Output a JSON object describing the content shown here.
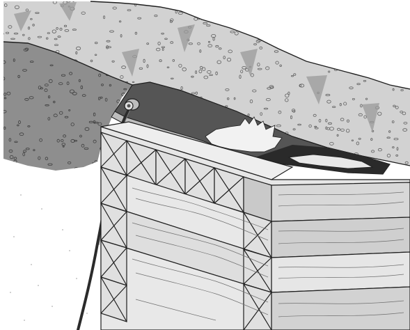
{
  "figure": {
    "caption": ""
  },
  "colors": {
    "paper": "#ffffff",
    "speckle_rock": "#d2d2d2",
    "dark_rock": "#8e8e8e",
    "speck": "#5f5f5f",
    "bag": "#555555",
    "bag_shadow": "#2a2a2a",
    "bag_highlight": "#f2f2f2",
    "hose": "#2b2b2b",
    "wood_light": "#e6e6e6",
    "wood_mid": "#c9c9c9",
    "wood_dark": "#a9a9a9",
    "outline": "#1e1e1e"
  },
  "parts": {
    "rock_mass": "rock",
    "lifting_bag": "air bag",
    "air_hose": "hose",
    "timber_crib": "cribbing"
  }
}
